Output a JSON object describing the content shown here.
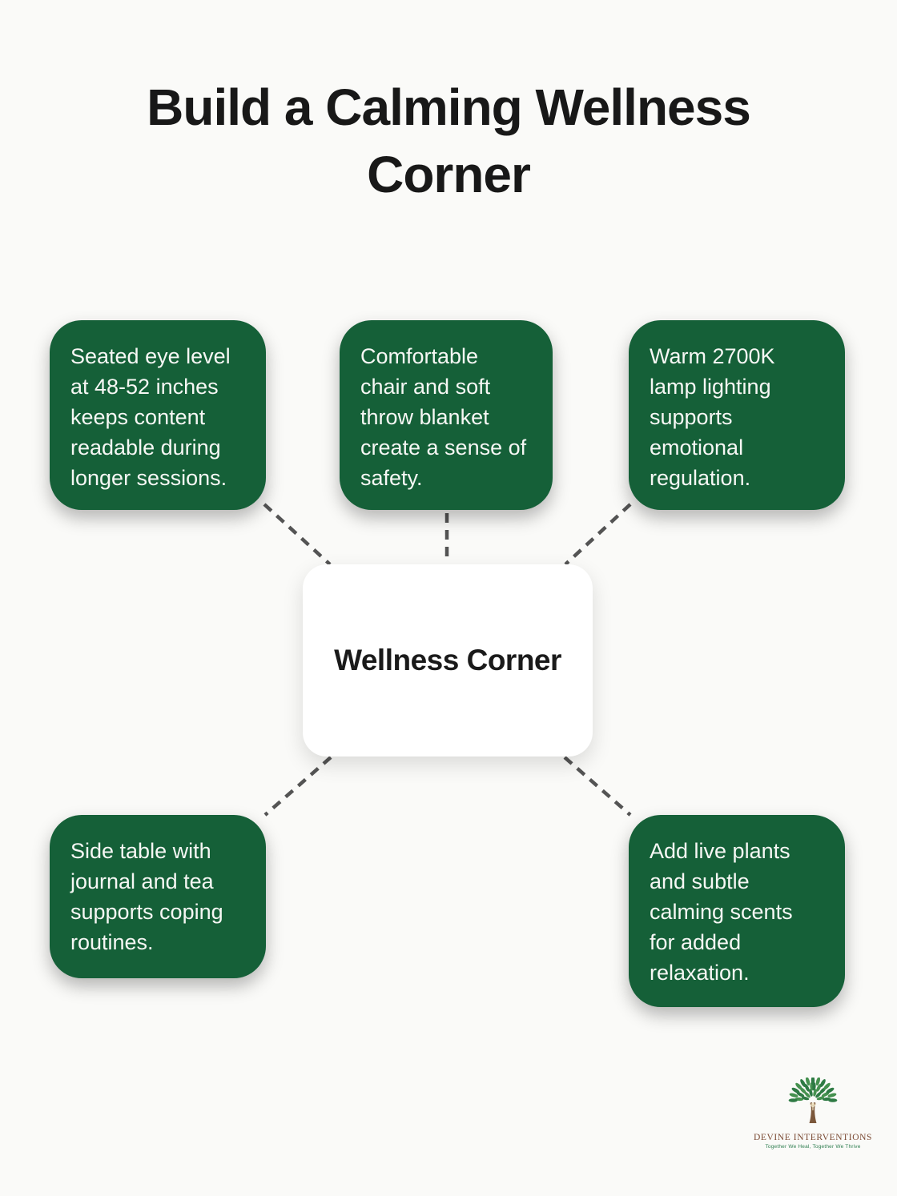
{
  "title": "Build a Calming Wellness Corner",
  "center": {
    "label": "Wellness Corner"
  },
  "nodes": [
    {
      "position": "top-left",
      "text": "Seated eye level\nat 48-52 inches\nkeeps content\nreadable during\nlonger sessions."
    },
    {
      "position": "top-center",
      "text": "Comfortable\nchair and soft\nthrow blanket\ncreate a sense of\nsafety."
    },
    {
      "position": "top-right",
      "text": "Warm 2700K\nlamp lighting\nsupports\nemotional\nregulation."
    },
    {
      "position": "bottom-left",
      "text": "Side table with\njournal and tea\nsupports coping\nroutines."
    },
    {
      "position": "bottom-right",
      "text": "Add live plants\nand subtle\ncalming scents\nfor added\nrelaxation."
    }
  ],
  "logo": {
    "brand": "DEVINE INTERVENTIONS",
    "tagline": "Together We Heal, Together We Thrive",
    "tree_icon": "tree-with-person-icon"
  },
  "colors": {
    "background": "#FAFAF8",
    "node_background": "#156038",
    "node_text": "#F6F7F4",
    "center_background": "#FFFFFF",
    "center_text": "#1A1A1A",
    "title_text": "#181818",
    "connector": "#545454",
    "brand_text": "#7B4B35",
    "tagline_text": "#2E7D4F"
  }
}
